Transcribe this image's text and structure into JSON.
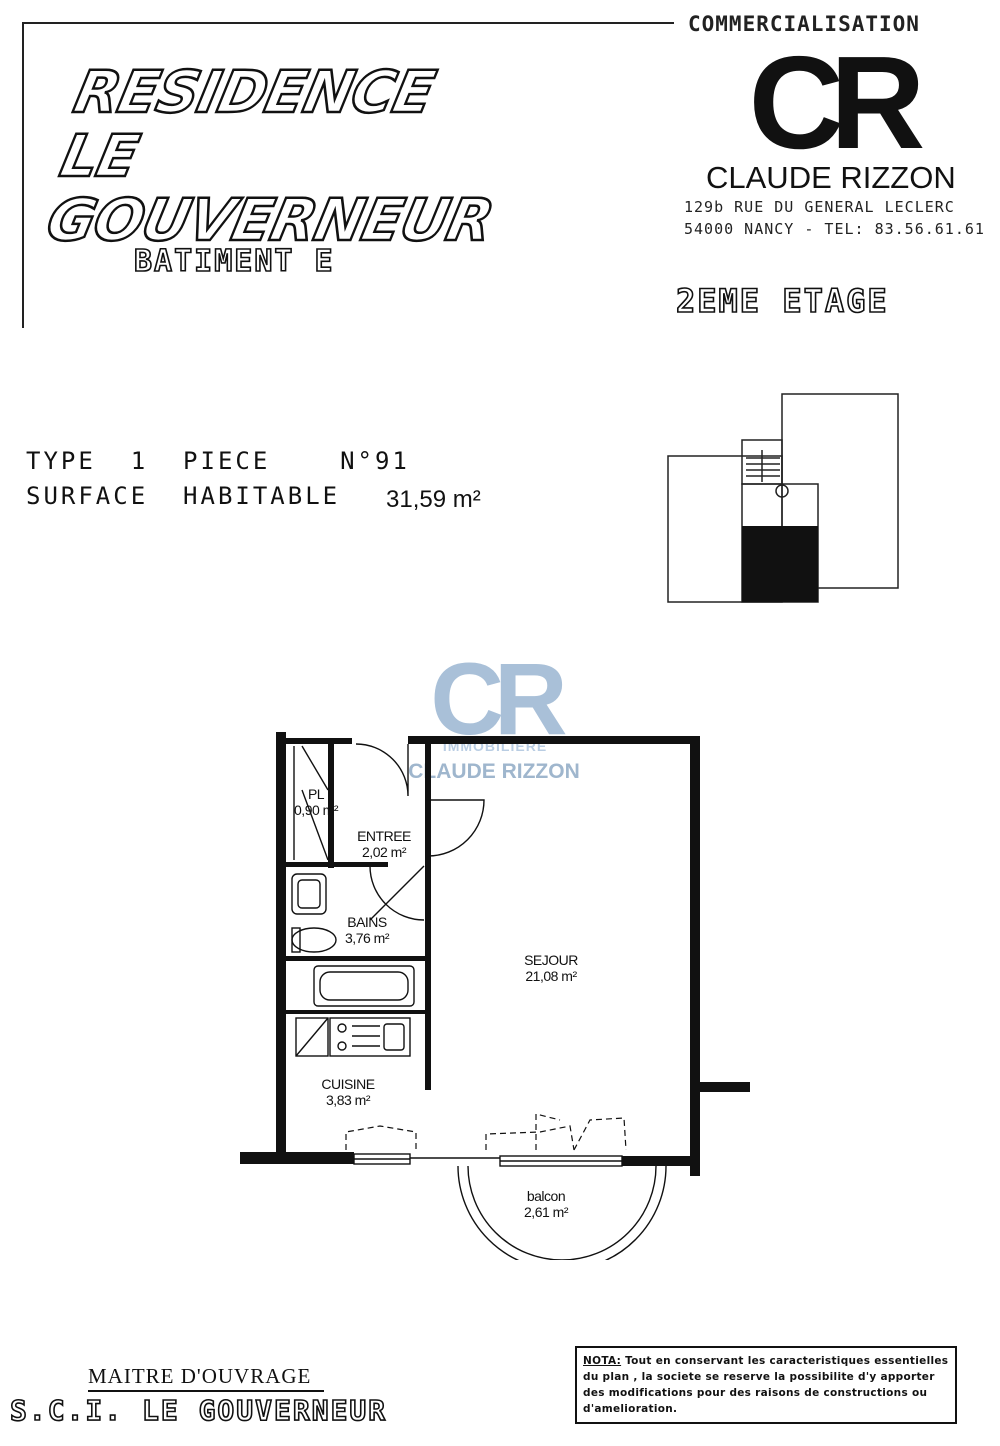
{
  "header": {
    "commercialisation": "COMMERCIALISATION",
    "logo_text": "CR",
    "company_name": "CLAUDE RIZZON",
    "address_line1": "129b RUE DU GENERAL LECLERC",
    "address_line2": "54000 NANCY - TEL: 83.56.61.61",
    "residence_line1": "RESIDENCE LE",
    "residence_line2": "GOUVERNEUR",
    "batiment": "BATIMENT E",
    "etage": "2EME ETAGE"
  },
  "unit": {
    "type_line": "TYPE  1  PIECE    N°91",
    "surface_label": "SURFACE  HABITABLE",
    "surface_value": "31,59 m²"
  },
  "watermark": {
    "logo_text": "CR",
    "sub": "IMMOBILIERE",
    "name": "CLAUDE RIZZON",
    "color": "#a9c0d8"
  },
  "rooms": [
    {
      "name": "PL",
      "area": "0,90 m²"
    },
    {
      "name": "ENTREE",
      "area": "2,02 m²"
    },
    {
      "name": "BAINS",
      "area": "3,76 m²"
    },
    {
      "name": "SEJOUR",
      "area": "21,08 m²"
    },
    {
      "name": "CUISINE",
      "area": "3,83 m²"
    },
    {
      "name": "balcon",
      "area": "2,61 m²"
    }
  ],
  "footer": {
    "maitre_label": "MAITRE D'OUVRAGE",
    "maitre_name": "S.C.I. LE GOUVERNEUR",
    "nota_label": "NOTA:",
    "nota_text": "Tout en conservant les caracteristiques essentielles du plan , la societe se reserve la possibilite d'y apporter des modifications pour des raisons de constructions ou d'amelioration."
  }
}
